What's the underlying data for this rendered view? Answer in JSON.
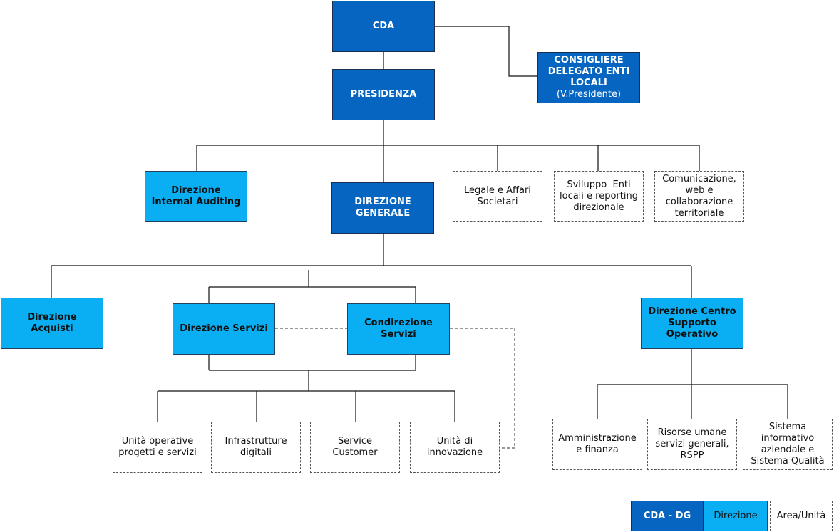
{
  "colors": {
    "cda_dg": "#0565c0",
    "direzione": "#09aff2",
    "area_unita": "#ffffff",
    "line": "#111111"
  },
  "nodes": {
    "cda": "CDA",
    "consigliere": [
      "CONSIGLIERE",
      "DELEGATO ENTI",
      "LOCALI"
    ],
    "consigliere_sub": "(V.Presidente)",
    "presidenza": "PRESIDENZA",
    "internal_auditing": [
      "Direzione",
      "Internal Auditing"
    ],
    "direzione_generale": [
      "DIREZIONE",
      "GENERALE"
    ],
    "legale": [
      "Legale e Affari",
      "Societari"
    ],
    "sviluppo_enti": [
      "Sviluppo  Enti",
      "locali e reporting",
      "direzionale"
    ],
    "comunicazione": [
      "Comunicazione,",
      "web e",
      "collaborazione",
      "territoriale"
    ],
    "acquisti": [
      "Direzione",
      "Acquisti"
    ],
    "servizi": "Direzione Servizi",
    "condirezione": [
      "Condirezione",
      "Servizi"
    ],
    "centro_supporto": [
      "Direzione Centro",
      "Supporto",
      "Operativo"
    ],
    "unita_operative": [
      "Unità operative",
      "progetti e servizi"
    ],
    "infrastrutture": [
      "Infrastrutture",
      "digitali"
    ],
    "service_customer": [
      "Service",
      "Customer"
    ],
    "unita_innovazione": [
      "Unità di",
      "innovazione"
    ],
    "amministrazione": [
      "Amministrazione",
      "e finanza"
    ],
    "risorse_umane": [
      "Risorse umane",
      "servizi generali,",
      "RSPP"
    ],
    "sistema_informativo": [
      "Sistema",
      "informativo",
      "aziendale e",
      "Sistema Qualità"
    ]
  },
  "legend": {
    "cda_dg": "CDA - DG",
    "direzione": "Direzione",
    "area_unita": "Area/Unità"
  }
}
